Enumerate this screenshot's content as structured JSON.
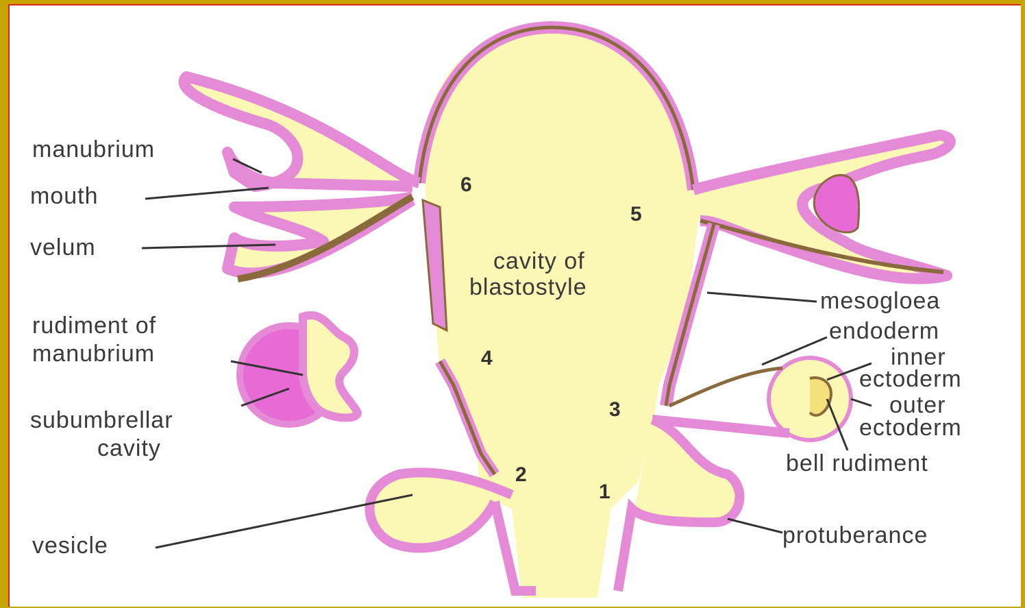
{
  "labels": {
    "manubrium": "manubrium",
    "mouth": "mouth",
    "velum": "velum",
    "rudiment_line1": "rudiment of",
    "rudiment_line2": "manubrium",
    "subumbrellar_line1": "subumbrellar",
    "subumbrellar_line2": "cavity",
    "vesicle": "vesicle",
    "cavity_line1": "cavity of",
    "cavity_line2": "blastostyle",
    "mesogloea": "mesogloea",
    "endoderm": "endoderm",
    "inner_line1": "inner",
    "inner_line2": "ectoderm",
    "outer_line1": "outer",
    "outer_line2": "ectoderm",
    "bell_rudiment": "bell rudiment",
    "protuberance": "protuberance"
  },
  "stages": [
    "1",
    "2",
    "3",
    "4",
    "5",
    "6"
  ],
  "colors": {
    "frame": "#c8a400",
    "frame_edge": "#d9231e",
    "cavity_fill": "#fbf7b4",
    "ectoderm": "#e58ad6",
    "endoderm": "#8a6a3c",
    "subumbrellar": "#e86ad4"
  }
}
